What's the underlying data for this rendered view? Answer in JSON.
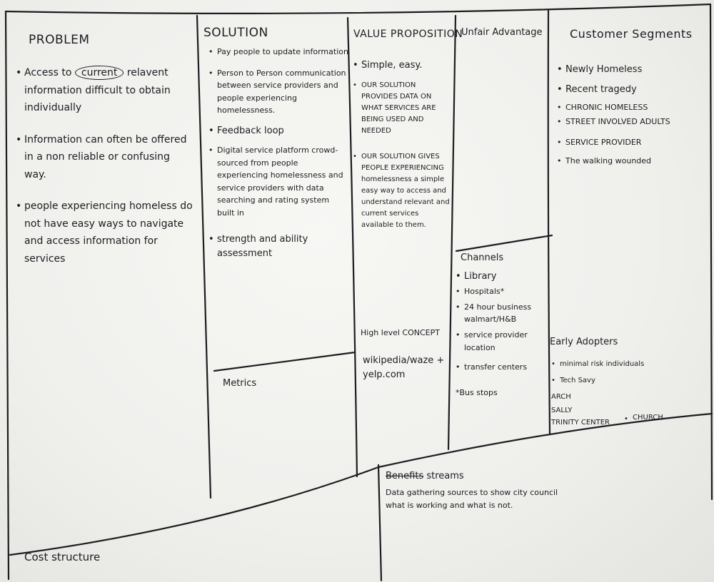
{
  "problem": {
    "title": "PROBLEM",
    "items": [
      {
        "before": "Access to ",
        "circled": "current",
        "after": " relavent information difficult to obtain individually"
      },
      {
        "text": "Information can often be offered in a non reliable or confusing way."
      },
      {
        "text": "people experiencing homeless do not have easy ways to navigate and access information for services"
      }
    ]
  },
  "solution": {
    "title": "SOLUTION",
    "items": [
      "Pay people to update information",
      "Person to Person communication between service providers and people experiencing homelessness.",
      "Feedback loop",
      "Digital service platform crowd-sourced from people experiencing homelessness and service providers with data searching and rating system built in",
      "strength and ability assessment"
    ]
  },
  "metrics": {
    "title": "Metrics"
  },
  "value_proposition": {
    "title": "VALUE PROPOSITION",
    "tagline": "Simple, easy.",
    "items": [
      "OUR SOLUTION PROVIDES DATA ON WHAT SERVICES ARE BEING USED AND NEEDED",
      "OUR SOLUTION GIVES PEOPLE EXPERIENCING homelessness a simple easy way to access and understand relevant and current services available to them."
    ]
  },
  "high_level_concept": {
    "title": "High level CONCEPT",
    "text": "wikipedia/waze + yelp.com"
  },
  "unfair_advantage": {
    "title": "Unfair Advantage"
  },
  "channels": {
    "title": "Channels",
    "items": [
      "Library",
      "Hospitals*",
      "24 hour business walmart/H&B",
      "service provider location",
      "transfer centers",
      "*Bus stops"
    ]
  },
  "customer_segments": {
    "title": "Customer Segments",
    "items": [
      "Newly Homeless",
      "Recent tragedy",
      "CHRONIC HOMELESS",
      "STREET INVOLVED ADULTS",
      "SERVICE PROVIDER",
      "The walking wounded"
    ]
  },
  "early_adopters": {
    "title": "Early Adopters",
    "items": [
      "minimal risk individuals",
      "Tech Savy",
      "ARCH",
      "SALLY",
      "TRINITY CENTER",
      "CHURCH"
    ]
  },
  "revenue_streams": {
    "title_struck": "Benefits",
    "title_rest": " streams",
    "text": "Data gathering sources to show city council what is working and what is not."
  },
  "cost_structure": {
    "title": "Cost structure"
  }
}
